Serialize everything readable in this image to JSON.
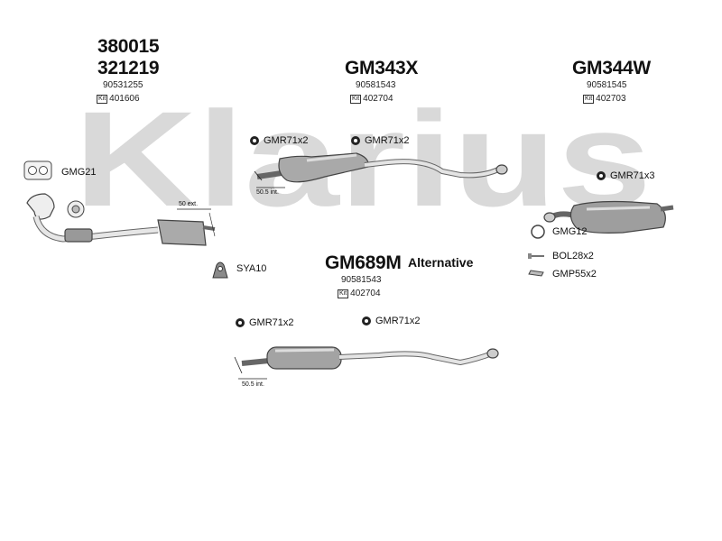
{
  "watermark": {
    "text": "Klarius",
    "color": "#d9d9d9"
  },
  "groups": [
    {
      "id": "front",
      "codes": [
        "380015",
        "321219"
      ],
      "oem": "90531255",
      "kit_label": "Kit",
      "kit": "401606"
    },
    {
      "id": "center",
      "codes": [
        "GM343X"
      ],
      "oem": "90581543",
      "kit_label": "Kit",
      "kit": "402704"
    },
    {
      "id": "rear",
      "codes": [
        "GM344W"
      ],
      "oem": "90581545",
      "kit_label": "Kit",
      "kit": "402703"
    },
    {
      "id": "alt",
      "codes": [
        "GM689M"
      ],
      "tag": "Alternative",
      "oem": "90581543",
      "kit_label": "Kit",
      "kit": "402704"
    }
  ],
  "fittings": {
    "gmg21": "GMG21",
    "gmr_center_1": "GMR71x2",
    "gmr_center_2": "GMR71x2",
    "gmr_rear": "GMR71x3",
    "sya10": "SYA10",
    "gmg12": "GMG12",
    "bol28": "BOL28x2",
    "gmp55": "GMP55x2",
    "gmr_alt_1": "GMR71x2",
    "gmr_alt_2": "GMR71x2"
  },
  "dimensions": {
    "front_ext": "50 ext.",
    "center_int": "50.5 int.",
    "alt_int": "50.5 int."
  }
}
